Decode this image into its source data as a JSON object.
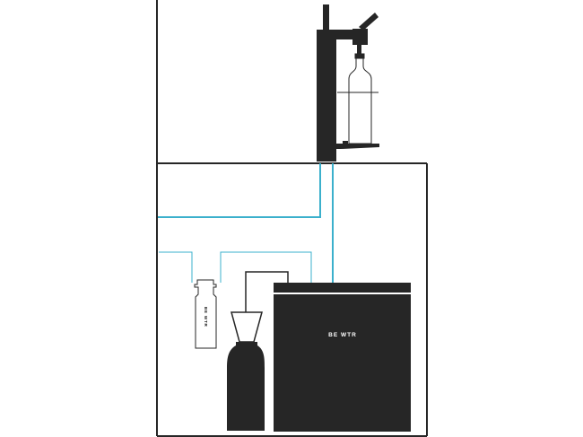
{
  "diagram": {
    "unit_label": "BE WTR",
    "filter_label": "BE WTR",
    "colors": {
      "dark": "#262626",
      "water_line": "#3bb0cc",
      "background": "#ffffff"
    },
    "components": [
      {
        "name": "countertop-cabinet"
      },
      {
        "name": "dispenser-tap"
      },
      {
        "name": "glass-bottle"
      },
      {
        "name": "water-filter"
      },
      {
        "name": "co2-cylinder"
      },
      {
        "name": "chiller-unit"
      }
    ]
  }
}
